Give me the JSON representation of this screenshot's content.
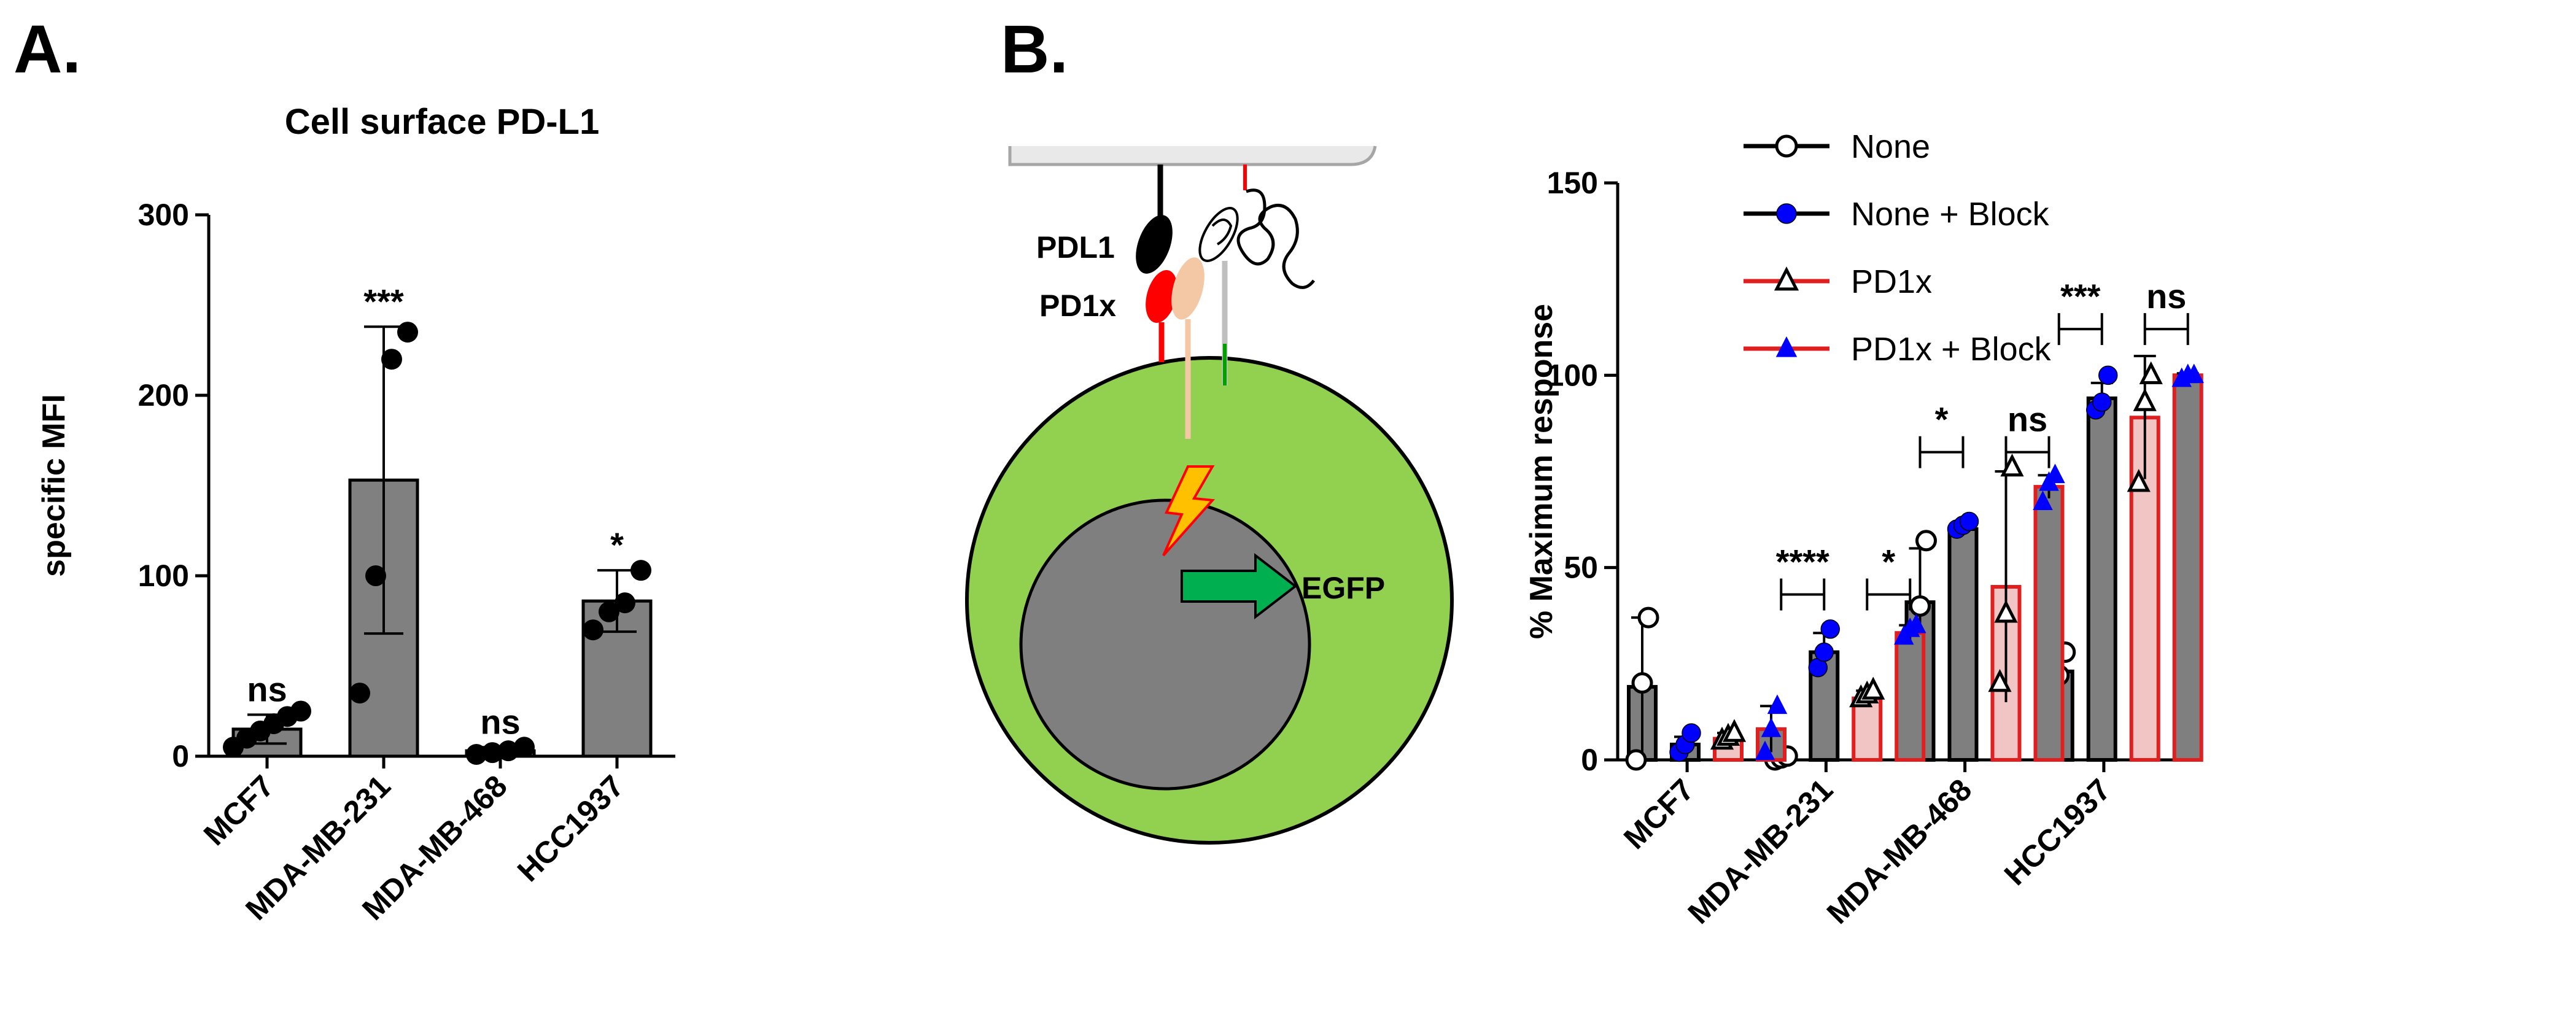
{
  "panels": {
    "a_label": "A.",
    "b_label": "B."
  },
  "diagram": {
    "pdl1_label": "PDL1",
    "pd1x_label": "PD1x",
    "egfp_label": "EGFP",
    "colors": {
      "cell": "#92d050",
      "nucleus": "#7f7f7f",
      "arrow": "#00b050",
      "pdl1": "#000000",
      "pd1x": "#ff0000",
      "pd1x_partner": "#f4c7a5",
      "bolt": "#ffc000"
    }
  },
  "chart_data": [
    {
      "type": "bar",
      "title": "Cell surface PD-L1",
      "xlabel": "",
      "ylabel": "specific MFI",
      "ylim": [
        0,
        300
      ],
      "yticks": [
        0,
        100,
        200,
        300
      ],
      "categories": [
        "MCF7",
        "MDA-MB-231",
        "MDA-MB-468",
        "HCC1937"
      ],
      "series": [
        {
          "values": [
            15,
            153,
            3,
            86
          ],
          "errors": [
            8,
            85,
            2,
            17
          ],
          "points": [
            [
              5,
              10,
              14,
              18,
              22,
              25
            ],
            [
              35,
              100,
              220,
              235
            ],
            [
              1,
              2,
              3,
              5
            ],
            [
              70,
              80,
              85,
              103
            ]
          ],
          "color": "#808080"
        }
      ],
      "significance": [
        "ns",
        "***",
        "ns",
        "*"
      ],
      "grid": false
    },
    {
      "type": "bar",
      "title": "",
      "xlabel": "",
      "ylabel": "% Maximum response",
      "ylim": [
        0,
        150
      ],
      "yticks": [
        0,
        50,
        100,
        150
      ],
      "categories": [
        "MCF7",
        "MDA-MB-231",
        "MDA-MB-468",
        "HCC1937"
      ],
      "legend_position": "top-center",
      "grid": false,
      "series": [
        {
          "name": "None",
          "values": [
            19,
            0.5,
            41,
            23
          ],
          "errors": [
            18,
            0.3,
            14,
            5
          ],
          "points": [
            [
              0,
              20,
              37
            ],
            [
              0,
              0.5,
              1
            ],
            [
              29,
              40,
              57
            ],
            [
              18,
              22,
              28
            ]
          ],
          "fill": "#7f7f7f",
          "edge": "#000000",
          "marker": "circle-open",
          "marker_color": "#000000"
        },
        {
          "name": "None + Block",
          "values": [
            4,
            28,
            60,
            94
          ],
          "errors": [
            2,
            5,
            1,
            4
          ],
          "points": [
            [
              2,
              4,
              7
            ],
            [
              24,
              28,
              34
            ],
            [
              60,
              61,
              62
            ],
            [
              91,
              93,
              100
            ]
          ],
          "fill": "#7f7f7f",
          "edge": "#000000",
          "marker": "circle-filled",
          "marker_color": "#0000ff"
        },
        {
          "name": "PD1x",
          "values": [
            5.5,
            16,
            45,
            89
          ],
          "errors": [
            1.5,
            2,
            30,
            16
          ],
          "points": [
            [
              5,
              6,
              7
            ],
            [
              16,
              17,
              18
            ],
            [
              20,
              38,
              76
            ],
            [
              72,
              93,
              100
            ]
          ],
          "fill": "#f2c5c5",
          "edge": "#e02020",
          "marker": "triangle-open",
          "marker_color": "#000000"
        },
        {
          "name": "PD1x + Block",
          "values": [
            8,
            33,
            71,
            100
          ],
          "errors": [
            6,
            2,
            3,
            0.5
          ],
          "points": [
            [
              2,
              8,
              14
            ],
            [
              32,
              34,
              35
            ],
            [
              67,
              72,
              74
            ],
            [
              99,
              100,
              100
            ]
          ],
          "fill": "#7f7f7f",
          "edge": "#e02020",
          "marker": "triangle-filled",
          "marker_color": "#0000ff"
        }
      ],
      "brackets": [
        {
          "category": 1,
          "from_series": 0,
          "to_series": 1,
          "label": "****",
          "y": 43
        },
        {
          "category": 1,
          "from_series": 2,
          "to_series": 3,
          "label": "*",
          "y": 43
        },
        {
          "category": 2,
          "from_series": 0,
          "to_series": 1,
          "label": "*",
          "y": 80
        },
        {
          "category": 2,
          "from_series": 2,
          "to_series": 3,
          "label": "ns",
          "y": 80
        },
        {
          "category": 3,
          "from_series": 0,
          "to_series": 1,
          "label": "***",
          "y": 112
        },
        {
          "category": 3,
          "from_series": 2,
          "to_series": 3,
          "label": "ns",
          "y": 112
        }
      ]
    }
  ]
}
